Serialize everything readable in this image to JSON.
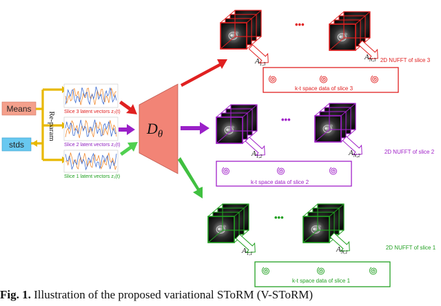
{
  "left": {
    "means_label": "Means",
    "stds_label": "stds",
    "reparam_label": "Re-param",
    "colors": {
      "means_box": "#f4a08c",
      "stds_box": "#68c8f0",
      "reparam": "#e8b800"
    }
  },
  "latent_panels": [
    {
      "label": "Slice 3 latent vectors z₃(t)",
      "color": "#e02020"
    },
    {
      "label": "Slice 2 latent vectors z₂(t)",
      "color": "#9020c0"
    },
    {
      "label": "Slice 1 latent vectors z₁(t)",
      "color": "#20a020"
    }
  ],
  "decoder": {
    "label": "D",
    "subscript": "θ",
    "color": "#f28476"
  },
  "slices": [
    {
      "color": "#e02020",
      "ellipsis": "•••",
      "op_first": "A",
      "op_first_sub": "1,3",
      "op_last": "A",
      "op_last_sub": "N,3",
      "nufft_label": "2D NUFFT of slice 3",
      "kspace_label": "k-t space data of slice 3"
    },
    {
      "color": "#a020c8",
      "ellipsis": "•••",
      "op_first": "A",
      "op_first_sub": "1,2",
      "op_last": "A",
      "op_last_sub": "N,2",
      "nufft_label": "2D NUFFT of slice 2",
      "kspace_label": "k-t space data of slice 2"
    },
    {
      "color": "#22a022",
      "ellipsis": "•••",
      "op_first": "A",
      "op_first_sub": "1,1",
      "op_last": "A",
      "op_last_sub": "N,1",
      "nufft_label": "2D NUFFT of slice 1",
      "kspace_label": "k-t space data of slice 1"
    }
  ],
  "caption": {
    "prefix": "Fig. 1.",
    "text": "Illustration of the proposed variational SToRM (V-SToRM)"
  }
}
